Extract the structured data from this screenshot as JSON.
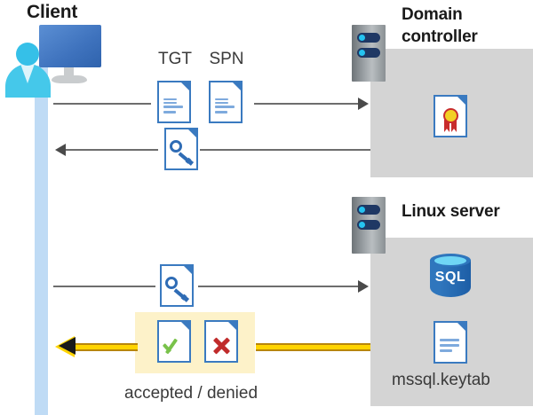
{
  "diagram": {
    "title": "Kerberos authentication flow between client, domain controller and Linux server",
    "colors": {
      "panel_gray": "#d4d4d4",
      "lifeline_blue": "#bfdbf5",
      "highlight_yellow": "#fdf2c9",
      "gold_arrow": "#ffd400",
      "gold_arrow_outline": "#b8860b",
      "doc_border_blue": "#3a7ac0",
      "check_green": "#79c24a",
      "cross_red": "#c02b2b",
      "sql_blue": "#2f76bd",
      "rack_navy": "#1f3864"
    }
  },
  "client": {
    "title": "Client",
    "icon": "user-computer-icon",
    "lifeline": "client-lifeline"
  },
  "domain_controller": {
    "title_line1": "Domain",
    "title_line2": "controller",
    "rack_icon": "server-rack-icon",
    "contents": [
      {
        "name": "certificate-document-icon",
        "label": ""
      }
    ]
  },
  "linux_server": {
    "title": "Linux server",
    "rack_icon": "server-rack-icon",
    "contents": [
      {
        "name": "sql-database-icon",
        "label": "SQL"
      },
      {
        "name": "keytab-document-icon",
        "label": "mssql.keytab"
      }
    ]
  },
  "flows": [
    {
      "id": "request-tgt-spn",
      "direction": "client-to-domain-controller",
      "labels": [
        "TGT",
        "SPN"
      ],
      "icons": [
        "tgt-document-icon",
        "spn-document-icon"
      ]
    },
    {
      "id": "return-service-ticket",
      "direction": "domain-controller-to-client",
      "labels": [],
      "icons": [
        "service-ticket-key-document-icon"
      ]
    },
    {
      "id": "present-service-ticket",
      "direction": "client-to-linux-server",
      "labels": [],
      "icons": [
        "service-ticket-key-document-icon"
      ]
    },
    {
      "id": "authentication-result",
      "direction": "linux-server-to-client",
      "labels": [
        "accepted / denied"
      ],
      "icons": [
        "accepted-document-icon",
        "denied-document-icon"
      ],
      "highlighted": true
    }
  ],
  "labels": {
    "tgt": "TGT",
    "spn": "SPN",
    "sql": "SQL",
    "keytab": "mssql.keytab",
    "accepted_denied": "accepted / denied"
  }
}
